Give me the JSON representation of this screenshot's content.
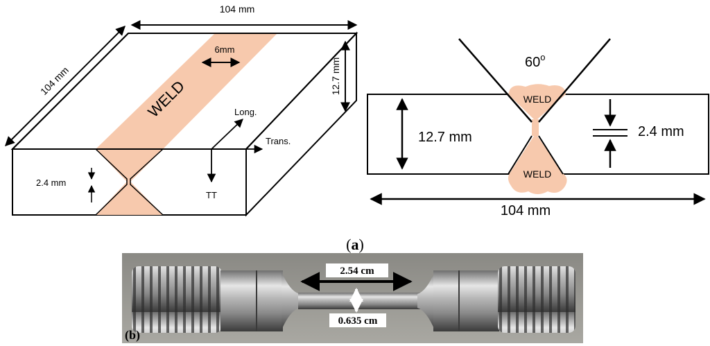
{
  "panel_a": {
    "caption_open": "(",
    "caption_letter": "a",
    "caption_close": ")",
    "block": {
      "top_length": "104 mm",
      "side_length": "104 mm",
      "height": "12.7 mm",
      "weld_width": "6mm",
      "weld_label": "WELD",
      "root_gap": "2.4 mm",
      "axis_longitudinal": "Long.",
      "axis_transverse": "Trans.",
      "axis_through_thickness": "TT",
      "weld_color": "#f7c9ad"
    },
    "cross_section": {
      "groove_angle_value": "60",
      "groove_angle_unit": "o",
      "top_weld_label": "WELD",
      "bottom_weld_label": "WELD",
      "thickness": "12.7 mm",
      "root_gap": "2.4 mm",
      "length": "104 mm"
    }
  },
  "panel_b": {
    "caption": "(b)",
    "gauge_length": "2.54 cm",
    "gauge_diameter": "0.635 cm"
  }
}
